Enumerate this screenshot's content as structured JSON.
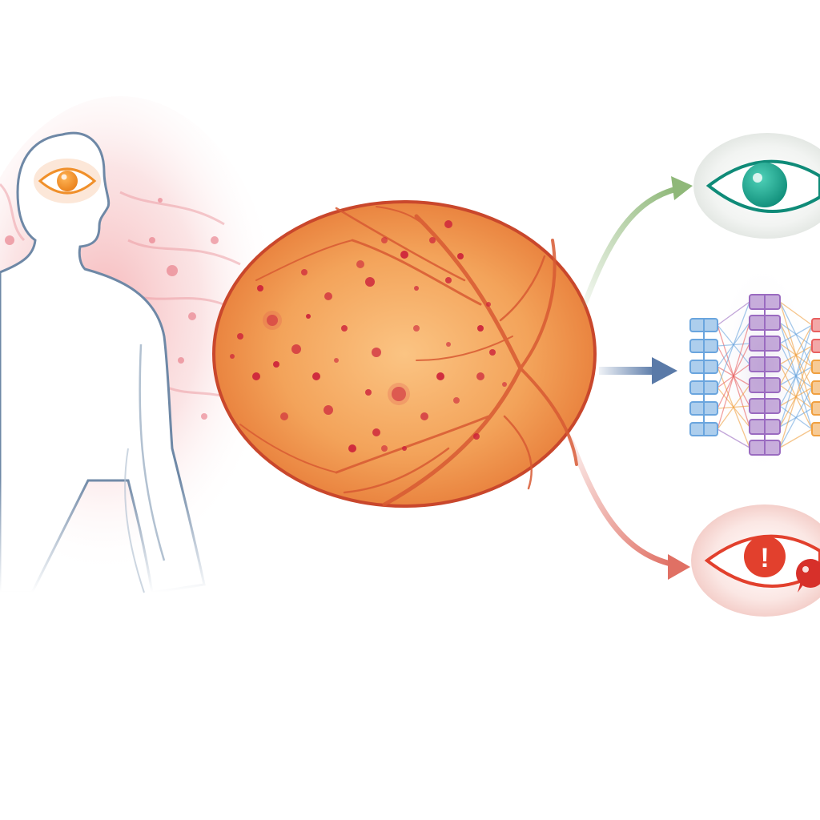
{
  "diagram": {
    "nodes": [
      {
        "id": "patient",
        "icon": "human-silhouette-icon",
        "detail_icon": "eye-in-head-icon"
      },
      {
        "id": "retina",
        "icon": "retinal-fundus-icon",
        "finding": "hemorrhage-spots"
      },
      {
        "id": "healthy-eye",
        "icon": "healthy-eye-icon"
      },
      {
        "id": "neural-network",
        "icon": "neural-network-icon"
      },
      {
        "id": "alert-eye",
        "icon": "eye-warning-icon",
        "badge": "!"
      }
    ],
    "arrows": [
      {
        "from": "retina",
        "to": "healthy-eye",
        "color": "#8fb879"
      },
      {
        "from": "retina",
        "to": "neural-network",
        "color": "#5a7aa8"
      },
      {
        "from": "retina",
        "to": "alert-eye",
        "color": "#e07064"
      }
    ]
  },
  "colors": {
    "background": "#ffffff",
    "body_outline": "#6e88a6",
    "head_eye": "#f0902a",
    "retina_fill": "#f19a4d",
    "retina_edge": "#c9472c",
    "vessel": "#d85a33",
    "hemorrhage": "#cc1f3a",
    "healthy_iris": "#1aa58e",
    "alert_red": "#e2402d",
    "nn_blue": "#6aa5de",
    "nn_purple": "#9a6bc0",
    "nn_orange": "#f0a040",
    "nn_red": "#e86060"
  }
}
